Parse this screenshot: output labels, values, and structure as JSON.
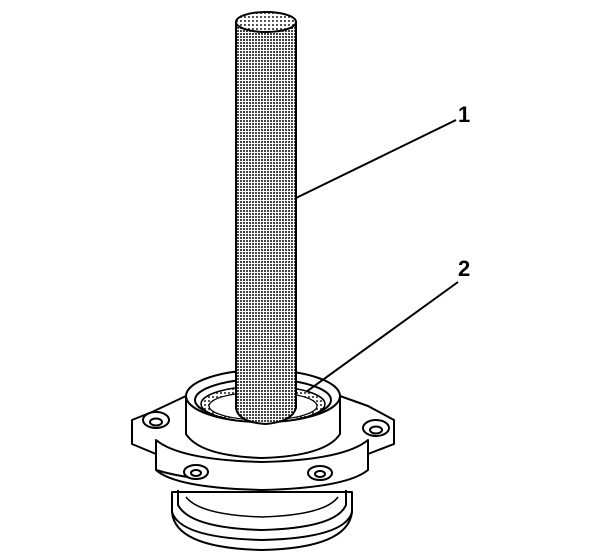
{
  "callouts": [
    {
      "label": "1",
      "part": "shaft"
    },
    {
      "label": "2",
      "part": "seal"
    }
  ],
  "colors": {
    "ink": "#000000",
    "paper": "#ffffff",
    "stipple": "#7a7a7a"
  }
}
